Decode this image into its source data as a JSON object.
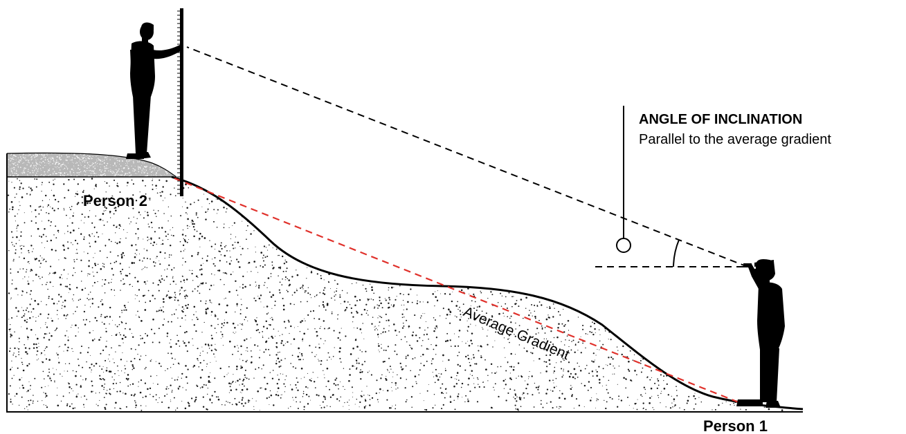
{
  "labels": {
    "person_2": "Person 2",
    "person_1": "Person 1",
    "angle_title": "ANGLE OF INCLINATION",
    "angle_subtitle": "Parallel to the average gradient",
    "average_gradient": "Average Gradient"
  },
  "colors": {
    "ground_fill": "#ffffff",
    "ground_outline": "#000000",
    "plateau_fill": "#b8b8b8",
    "speckle": "#1a1a1a",
    "average_gradient_line": "#e0312b",
    "sight_line": "#000000",
    "silhouette": "#000000"
  },
  "icons": {
    "person_2": "standing-person-with-staff-icon",
    "person_1": "person-sighting-clinometer-icon",
    "clinometer": "plumb-bob-icon",
    "measuring_staff": "graduated-staff-icon"
  }
}
